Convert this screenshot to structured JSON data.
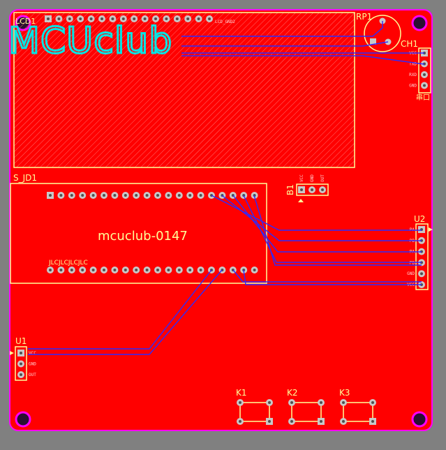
{
  "board": {
    "logo_text": "MCUclub",
    "project_label": "mcuclub-0147",
    "jlc_text": "JLCJLCJLCJLC",
    "colors": {
      "background": "#808080",
      "board": "#ff0000",
      "outline": "#ff00ff",
      "silkscreen": "#ffff99",
      "logo": "#00e5e5",
      "trace": "#2b2bff",
      "pad": "#c8c8c8",
      "hole": "#2a1030"
    }
  },
  "components": {
    "lcd1": {
      "designator": "LCD1",
      "side_label": "LCD_GND2"
    },
    "rp1": {
      "designator": "RP1"
    },
    "ch1": {
      "designator": "CH1",
      "caption": "串口",
      "pins": [
        "VCC",
        "TXD",
        "RXD",
        "GND"
      ]
    },
    "s_jd1": {
      "designator": "S_JD1"
    },
    "b1": {
      "designator": "B1",
      "pins": [
        "VCC",
        "GND",
        "OUT"
      ]
    },
    "u2": {
      "designator": "U2",
      "pins": [
        "PA",
        "PB",
        "PA",
        "PB",
        "GND",
        "VCC"
      ]
    },
    "u1": {
      "designator": "U1",
      "pins": [
        "VCC",
        "GND",
        "OUT"
      ]
    },
    "k1": {
      "designator": "K1"
    },
    "k2": {
      "designator": "K2"
    },
    "k3": {
      "designator": "K3"
    }
  }
}
